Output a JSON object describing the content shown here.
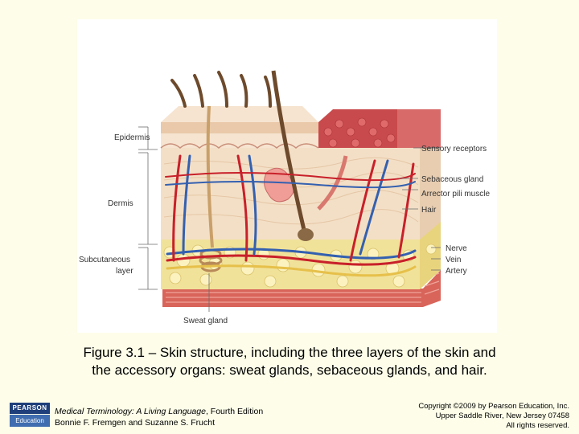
{
  "figure": {
    "labels": {
      "epidermis": "Epidermis",
      "dermis": "Dermis",
      "subcutaneous_line1": "Subcutaneous",
      "subcutaneous_line2": "layer",
      "sweat_gland": "Sweat gland",
      "sensory_receptors": "Sensory receptors",
      "sebaceous_gland": "Sebaceous gland",
      "arrector_pili": "Arrector pili muscle",
      "hair": "Hair",
      "nerve": "Nerve",
      "vein": "Vein",
      "artery": "Artery"
    }
  },
  "caption": {
    "line1": "Figure 3.1 – Skin structure, including the three layers of the skin and",
    "line2": "the accessory organs: sweat glands, sebaceous glands, and hair."
  },
  "footer": {
    "book_title": "Medical Terminology: A Living Language",
    "edition": ", Fourth Edition",
    "authors": "Bonnie F. Fremgen and Suzanne S. Frucht",
    "copyright_line1": "Copyright ©2009 by Pearson Education, Inc.",
    "copyright_line2": "Upper Saddle River, New Jersey 07458",
    "copyright_line3": "All rights reserved.",
    "logo_top": "PEARSON",
    "logo_bottom": "Education"
  }
}
